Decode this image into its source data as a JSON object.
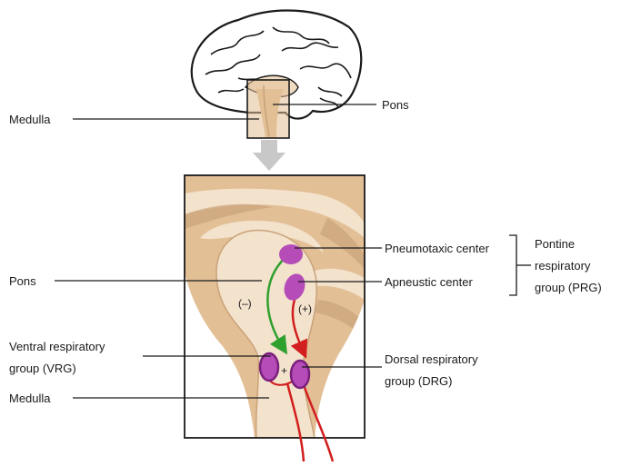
{
  "labels": {
    "top_medulla": "Medulla",
    "top_pons": "Pons",
    "pons": "Pons",
    "pneumotaxic": "Pneumotaxic center",
    "apneustic": "Apneustic center",
    "prg_line1": "Pontine",
    "prg_line2": "respiratory",
    "prg_line3": "group (PRG)",
    "vrg_line1": "Ventral respiratory",
    "vrg_line2": "group (VRG)",
    "drg_line1": "Dorsal respiratory",
    "drg_line2": "group (DRG)",
    "bottom_medulla": "Medulla",
    "sign_minus": "(–)",
    "sign_plus": "(+)",
    "sign_center": "+"
  },
  "colors": {
    "tissue": "#e3bf96",
    "tissue_light": "#f3e2cc",
    "tissue_dark": "#c9a279",
    "nucleus": "#b64cb8",
    "nucleus_dark": "#7a1f7c",
    "inhibitory_arrow": "#2ea02e",
    "excitatory_arrow": "#d21e1e",
    "gray_arrow": "#c8c8c8"
  }
}
